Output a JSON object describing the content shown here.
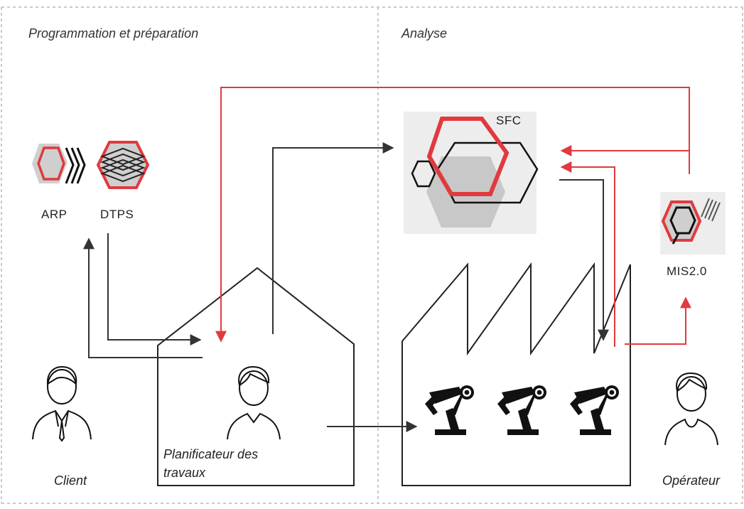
{
  "sections": {
    "left_title": "Programmation et préparation",
    "right_title": "Analyse"
  },
  "software": {
    "arp": "ARP",
    "dtps": "DTPS",
    "sfc": "SFC",
    "mis": "MIS2.0"
  },
  "people": {
    "client": "Client",
    "planner_line1": "Planificateur des",
    "planner_line2": "travaux",
    "operator": "Opérateur"
  },
  "colors": {
    "red": "#e03a3e",
    "dark": "#333333",
    "gray_fill": "#c8c8c8",
    "divider": "#c9c9c9"
  },
  "icons": {
    "arp": "arp-logo-icon",
    "dtps": "dtps-logo-icon",
    "sfc": "sfc-logo-icon",
    "mis": "mis-logo-icon",
    "robot": "robot-arm-icon",
    "person": "person-icon"
  }
}
